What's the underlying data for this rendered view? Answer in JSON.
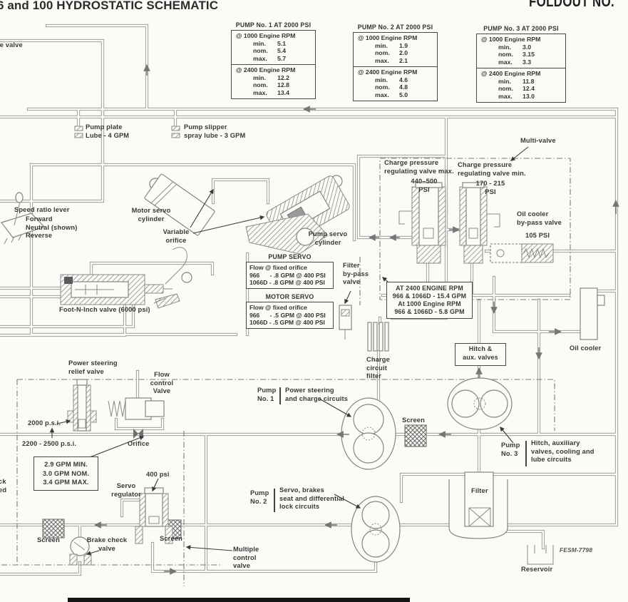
{
  "meta": {
    "title": "6 and 100 HYDROSTATIC SCHEMATIC",
    "foldout": "FOLDOUT NO.",
    "doc_code": "FESM-7798"
  },
  "pump_tables": [
    {
      "title": "PUMP No. 1 AT 2000 PSI",
      "sections": [
        {
          "header": "@ 1000 Engine RPM",
          "rows": [
            {
              "k": "min.",
              "v": "5.1"
            },
            {
              "k": "nom.",
              "v": "5.4"
            },
            {
              "k": "max.",
              "v": "5.7"
            }
          ]
        },
        {
          "header": "@ 2400 Engine RPM",
          "rows": [
            {
              "k": "min.",
              "v": "12.2"
            },
            {
              "k": "nom.",
              "v": "12.8"
            },
            {
              "k": "max.",
              "v": "13.4"
            }
          ]
        }
      ]
    },
    {
      "title": "PUMP No. 2 AT 2000 PSI",
      "sections": [
        {
          "header": "@ 1000 Engine RPM",
          "rows": [
            {
              "k": "min.",
              "v": "1.9"
            },
            {
              "k": "nom.",
              "v": "2.0"
            },
            {
              "k": "max.",
              "v": "2.1"
            }
          ]
        },
        {
          "header": "@ 2400 Engine RPM",
          "rows": [
            {
              "k": "min.",
              "v": "4.6"
            },
            {
              "k": "nom.",
              "v": "4.8"
            },
            {
              "k": "max.",
              "v": "5.0"
            }
          ]
        }
      ]
    },
    {
      "title": "PUMP No. 3 AT 2000 PSI",
      "sections": [
        {
          "header": "@ 1000 Engine RPM",
          "rows": [
            {
              "k": "min.",
              "v": "3.0"
            },
            {
              "k": "nom.",
              "v": "3.15"
            },
            {
              "k": "max.",
              "v": "3.3"
            }
          ]
        },
        {
          "header": "@ 2400 Engine RPM",
          "rows": [
            {
              "k": "min.",
              "v": "11.8"
            },
            {
              "k": "nom.",
              "v": "12.4"
            },
            {
              "k": "max.",
              "v": "13.0"
            }
          ]
        }
      ]
    }
  ],
  "servo_tables": [
    {
      "title": "PUMP SERVO",
      "body": "Flow @ fixed orifice\n966      - .8 GPM @ 400 PSI\n1066D - .8 GPM @ 400 PSI"
    },
    {
      "title": "MOTOR SERVO",
      "body": "Flow @ fixed orifice\n966      - .5 GPM @ 400 PSI\n1066D - .5 GPM @ 400 PSI"
    }
  ],
  "callouts": {
    "flow_rates": "AT 2400 ENGINE RPM\n966 & 1066D - 15.4 GPM\nAt 1000 Engine RPM\n966 & 1066D - 5.8 GPM",
    "gpm_range": "2.9 GPM MIN.\n3.0 GPM NOM.\n3.4 GPM MAX.",
    "hitch_aux": "Hitch &\naux. valves"
  },
  "pumps": [
    {
      "label": "Pump\nNo. 1",
      "desc": "Power steering\nand charge circuits"
    },
    {
      "label": "Pump\nNo. 2",
      "desc": "Servo, brakes\nseat and differential\nlock circuits"
    },
    {
      "label": "Pump\nNo. 3",
      "desc": "Hitch, auxiliary\nvalves, cooling and\nlube circuits"
    }
  ],
  "labels": {
    "cut_valve": "le valve",
    "pump_plate": "Pump plate\nLube - 4 GPM",
    "pump_slipper": "Pump slipper\nspray lube - 3 GPM",
    "multi_valve": "Multi-valve",
    "charge_max": "Charge pressure\nregulating valve max.",
    "charge_max_psi": "440–500\nPSI",
    "charge_min": "Charge pressure\nregulating valve min.",
    "charge_min_psi": "170 - 215\nPSI",
    "oil_cooler_bypass": "Oil cooler\nby-pass valve",
    "oil_cooler_bypass_psi": "105 PSI",
    "speed_ratio": "Speed ratio lever",
    "speed_positions": "Forward\nNeutral (shown)\nReverse",
    "motor_servo_cyl": "Motor servo\ncylinder",
    "variable_orifice": "Variable\norifice",
    "pump_servo_cyl": "Pump servo\ncylinder",
    "foot_n_inch": "Foot-N-Inch valve (6000 psi)",
    "filter_bypass": "Filter\nby-pass\nvalve",
    "charge_filter": "Charge\ncircuit\nfilter",
    "oil_cooler": "Oil cooler",
    "screen_1": "Screen",
    "screen_2": "Screen",
    "screen_3": "Screen",
    "power_steering_relief": "Power steering\nrelief valve",
    "flow_control": "Flow\ncontrol\nValve",
    "psi_2000": "2000 p.s.i.",
    "psi_2200_2500": "2200 - 2500 p.s.i.",
    "orifice": "Orifice",
    "servo_regulator": "Servo\nregulator",
    "psi_400": "400 psi",
    "brake_check": "Brake check\nvalve",
    "multiple_control": "Multiple\ncontrol\nvalve",
    "filter": "Filter",
    "reservoir": "Reservoir",
    "edge_fragment_1": "ck",
    "edge_fragment_2": "ed"
  },
  "colors": {
    "paper": "#fbfbf7",
    "pipe": "#8f8f8f",
    "ink": "#383838"
  }
}
